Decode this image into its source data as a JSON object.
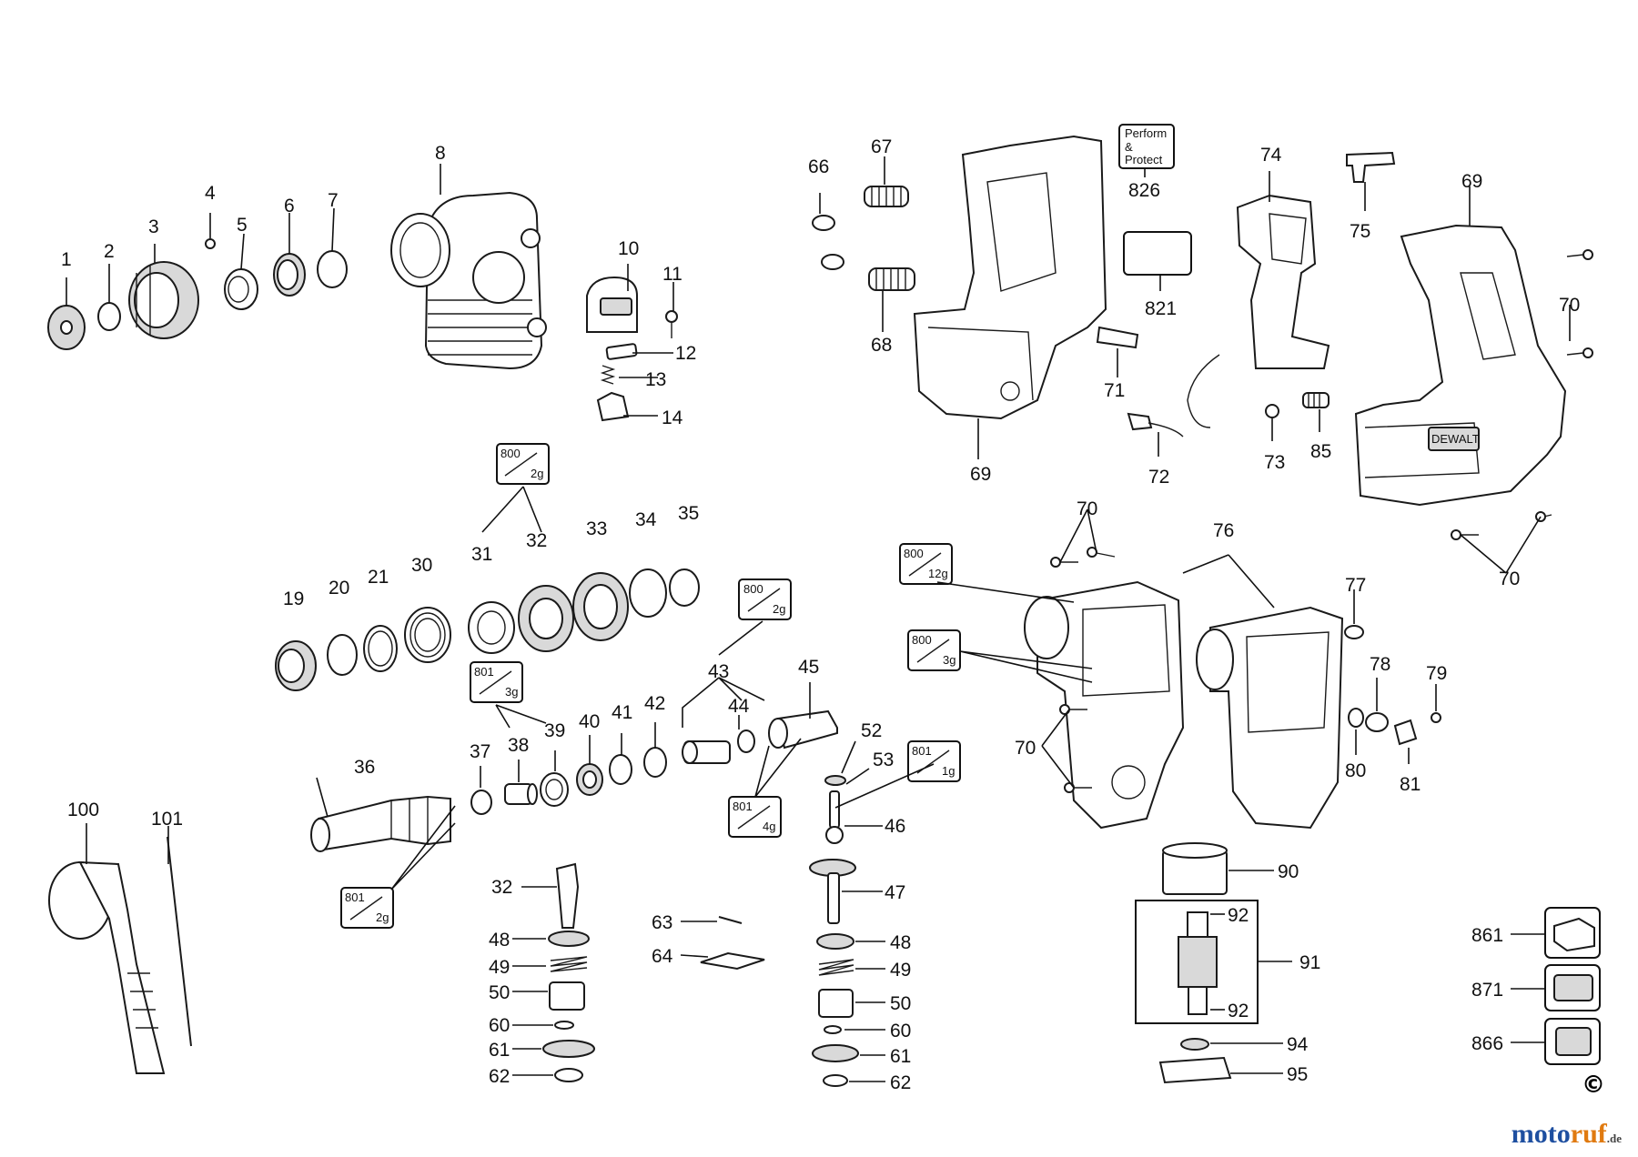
{
  "labels": {
    "p1": "1",
    "p2": "2",
    "p3": "3",
    "p4": "4",
    "p5": "5",
    "p6": "6",
    "p7": "7",
    "p8": "8",
    "p10": "10",
    "p11": "11",
    "p12": "12",
    "p13": "13",
    "p14": "14",
    "p19": "19",
    "p20": "20",
    "p21": "21",
    "p30": "30",
    "p31": "31",
    "p32a": "32",
    "p33": "33",
    "p34": "34",
    "p35": "35",
    "p36": "36",
    "p37": "37",
    "p38": "38",
    "p39": "39",
    "p40": "40",
    "p41": "41",
    "p42": "42",
    "p43": "43",
    "p44": "44",
    "p45": "45",
    "p46": "46",
    "p47": "47",
    "p52": "52",
    "p53": "53",
    "p32b": "32",
    "p48a": "48",
    "p49a": "49",
    "p50a": "50",
    "p60a": "60",
    "p61a": "61",
    "p62a": "62",
    "p63": "63",
    "p64": "64",
    "p48b": "48",
    "p49b": "49",
    "p50b": "50",
    "p60b": "60",
    "p61b": "61",
    "p62b": "62",
    "p66": "66",
    "p67": "67",
    "p68": "68",
    "p69a": "69",
    "p69b": "69",
    "p70a": "70",
    "p70b": "70",
    "p70c": "70",
    "p70d": "70",
    "p71": "71",
    "p72": "72",
    "p73": "73",
    "p74": "74",
    "p75": "75",
    "p76": "76",
    "p77": "77",
    "p78": "78",
    "p79": "79",
    "p80": "80",
    "p81": "81",
    "p85": "85",
    "p821": "821",
    "p826": "826",
    "p90": "90",
    "p91": "91",
    "p92a": "92",
    "p92b": "92",
    "p94": "94",
    "p95": "95",
    "p100": "100",
    "p101": "101",
    "p861": "861",
    "p871": "871",
    "p866": "866"
  },
  "boxes": {
    "perform_line1": "Perform",
    "perform_line2": "&",
    "perform_line3": "Protect",
    "g800_2g_a_code": "800",
    "g800_2g_a_qty": "2g",
    "g800_2g_b_code": "800",
    "g800_2g_b_qty": "2g",
    "g800_12g_code": "800",
    "g800_12g_qty": "12g",
    "g800_3g_code": "800",
    "g800_3g_qty": "3g",
    "g801_3g_code": "801",
    "g801_3g_qty": "3g",
    "g801_1g_code": "801",
    "g801_1g_qty": "1g",
    "g801_4g_code": "801",
    "g801_4g_qty": "4g",
    "g801_2g_code": "801",
    "g801_2g_qty": "2g"
  },
  "brand_mark": "DEWALT",
  "copyright": "©",
  "watermark": {
    "part1": "moto",
    "part2": "ruf",
    "suffix": ".de"
  }
}
